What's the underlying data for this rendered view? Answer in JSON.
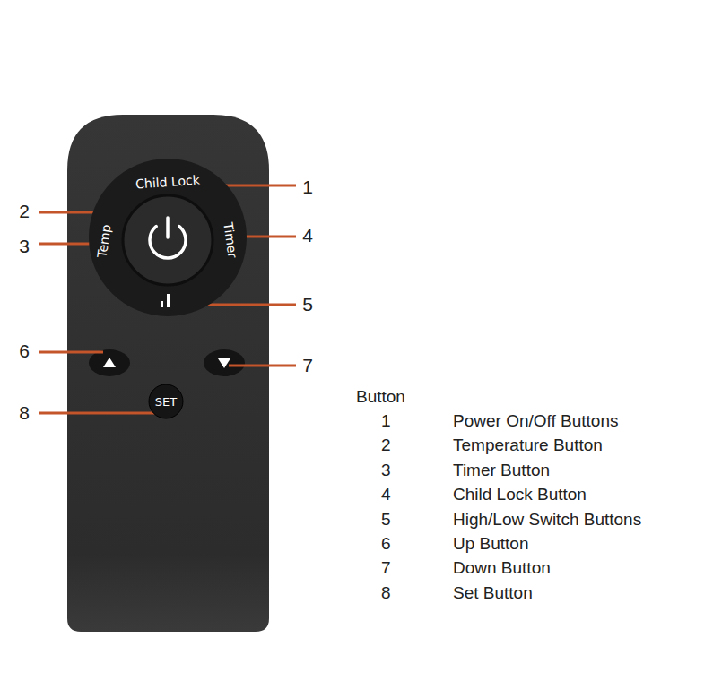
{
  "diagram": {
    "nodes": [
      {
        "text": [
          "Child Lock",
          "Temp",
          "Timer"
        ]
      },
      {
        "text": [
          "SET"
        ]
      }
    ],
    "labels": [
      "1",
      "2",
      "3",
      "4",
      "5",
      "6",
      "7",
      "8",
      "Button",
      "1",
      "Power On/Off Buttons",
      "2",
      "Temperature Button",
      "3",
      "Timer Button",
      "4",
      "Child Lock Button",
      "5",
      "High/Low Switch Buttons",
      "6",
      "Up Button",
      "7",
      "Down Button",
      "8",
      "Set Button"
    ]
  }
}
